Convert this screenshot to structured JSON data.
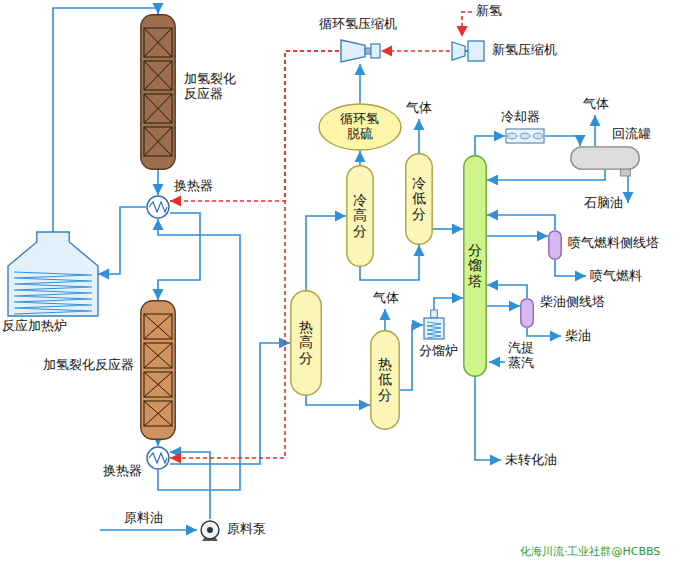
{
  "diagram": {
    "nodes": [
      {
        "text": [
          "加氢裂化 反应器"
        ]
      },
      {
        "text": [
          "换热器"
        ]
      },
      {
        "text": [
          "反应加热炉"
        ]
      },
      {
        "text": [
          "加氢裂化反应器"
        ]
      },
      {
        "text": [
          "换热器"
        ]
      },
      {
        "text": [
          "原料泵"
        ]
      },
      {
        "text": [
          "循环氢压缩机"
        ]
      },
      {
        "text": [
          "新氢压缩机"
        ]
      },
      {
        "text": [
          "循环氢 脱硫"
        ]
      },
      {
        "text": [
          "冷高分"
        ]
      },
      {
        "text": [
          "冷低分"
        ]
      },
      {
        "text": [
          "热高分"
        ]
      },
      {
        "text": [
          "热低分"
        ]
      },
      {
        "text": [
          "分馏炉"
        ]
      },
      {
        "text": [
          "分馏塔"
        ]
      },
      {
        "text": [
          "冷却器"
        ]
      },
      {
        "text": [
          "回流罐"
        ]
      },
      {
        "text": [
          "喷气燃料侧线塔"
        ]
      },
      {
        "text": [
          "柴油侧线塔"
        ]
      }
    ],
    "edges": [
      {
        "from": 5,
        "to": 4,
        "arrow": "to"
      },
      {
        "from": 4,
        "to": 1,
        "arrow": "to"
      },
      {
        "from": 1,
        "to": 2,
        "arrow": "to"
      },
      {
        "from": 2,
        "to": 0,
        "arrow": "to"
      },
      {
        "from": 0,
        "to": 1,
        "arrow": "to"
      },
      {
        "from": 1,
        "to": 3,
        "arrow": "to"
      },
      {
        "from": 3,
        "to": 4,
        "arrow": "to"
      },
      {
        "from": 4,
        "to": 11,
        "arrow": "to"
      },
      {
        "from": 6,
        "to": 1,
        "arrow": "to"
      },
      {
        "from": 6,
        "to": 4,
        "arrow": "to"
      },
      {
        "from": 8,
        "to": 6,
        "arrow": "to"
      },
      {
        "from": 7,
        "to": 6,
        "arrow": "to"
      },
      {
        "from": 9,
        "to": 8,
        "arrow": "to"
      },
      {
        "from": 11,
        "to": 9,
        "arrow": "to"
      },
      {
        "from": 11,
        "to": 12,
        "arrow": "to"
      },
      {
        "from": 9,
        "to": 10,
        "arrow": "to"
      },
      {
        "from": 10,
        "to": 14,
        "arrow": "to"
      },
      {
        "from": 12,
        "to": 13,
        "arrow": "to"
      },
      {
        "from": 13,
        "to": 14,
        "arrow": "to"
      },
      {
        "from": 14,
        "to": 15,
        "arrow": "to"
      },
      {
        "from": 15,
        "to": 16,
        "arrow": "to"
      },
      {
        "from": 16,
        "to": 14,
        "arrow": "to"
      },
      {
        "from": 14,
        "to": 17,
        "arrow": "to"
      },
      {
        "from": 17,
        "to": 14,
        "arrow": "to"
      },
      {
        "from": 14,
        "to": 18,
        "arrow": "to"
      },
      {
        "from": 18,
        "to": 14,
        "arrow": "to"
      }
    ],
    "labels": [
      "新氢",
      "气体",
      "气体",
      "气体",
      "石脑油",
      "喷气燃料",
      "柴油",
      "汽提 蒸汽",
      "未转化油",
      "原料油",
      "化海川流·工业社群@HCBBS"
    ]
  }
}
